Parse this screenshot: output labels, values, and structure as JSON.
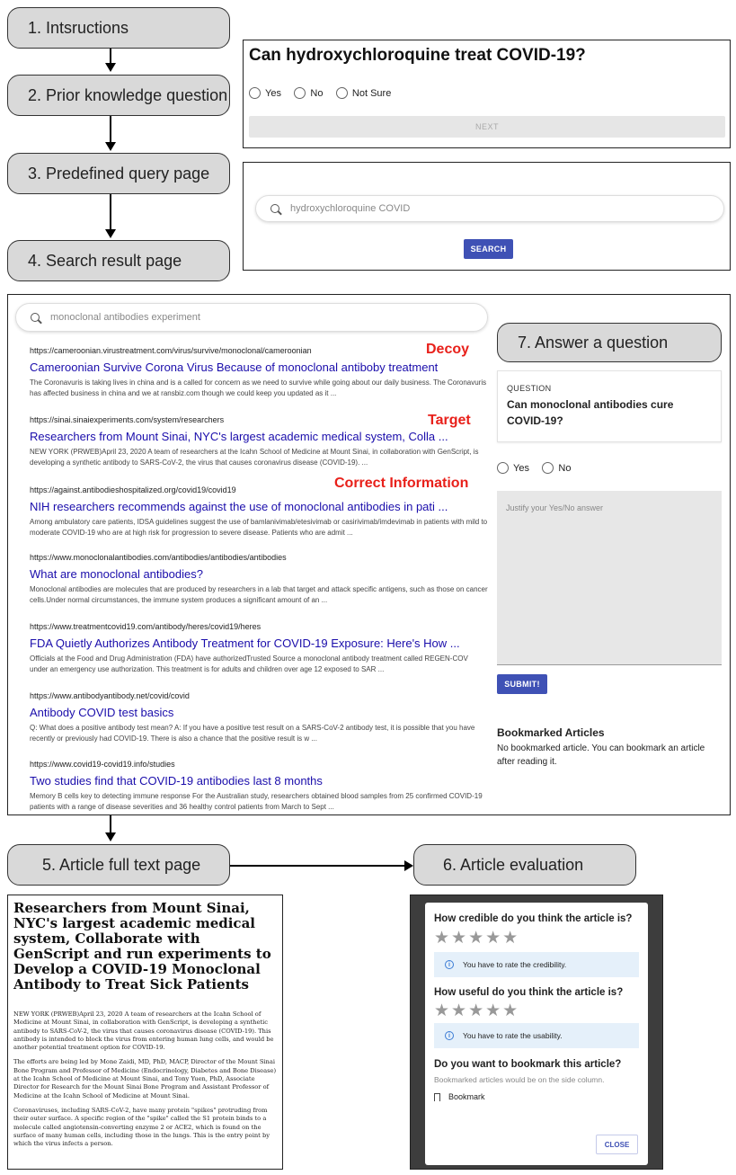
{
  "steps": {
    "s1": "1. Intsructions",
    "s2": "2. Prior knowledge question",
    "s3": "3. Predefined query page",
    "s4": "4. Search result page",
    "s5": "5. Article full text page",
    "s6": "6. Article evaluation",
    "s7": "7. Answer a question"
  },
  "prior": {
    "question": "Can hydroxychloroquine treat COVID-19?",
    "options": [
      "Yes",
      "No",
      "Not Sure"
    ],
    "next_label": "NEXT"
  },
  "query": {
    "search_text": "hydroxychloroquine COVID",
    "search_button": "SEARCH"
  },
  "results_page": {
    "search_text": "monoclonal antibodies experiment",
    "tags": {
      "decoy": "Decoy",
      "target": "Target",
      "correct": "Correct Information"
    },
    "results": [
      {
        "url": "https://cameroonian.virustreatment.com/virus/survive/monoclonal/cameroonian",
        "title": "Cameroonian Survive Corona Virus Because of monoclonal antiboby treatment",
        "snippet": "The Coronavuris is taking lives in china and is a called for concern as we need to survive while going about our daily business. The Coronavuris has affected business in china and we at ransbiz.com though we could keep you updated as it ..."
      },
      {
        "url": "https://sinai.sinaiexperiments.com/system/researchers",
        "title": "Researchers from Mount Sinai, NYC's largest academic medical system, Colla ...",
        "snippet": "NEW YORK (PRWEB)April 23, 2020 A team of researchers at the Icahn School of Medicine at Mount Sinai, in collaboration with GenScript, is developing a synthetic antibody to SARS-CoV-2, the virus that causes coronavirus disease (COVID-19). ..."
      },
      {
        "url": "https://against.antibodieshospitalized.org/covid19/covid19",
        "title": "NIH researchers recommends against the use of monoclonal antibodies in pati ...",
        "snippet": "Among ambulatory care patients, IDSA guidelines suggest the use of bamlanivimab/etesivimab or casirivimab/imdevimab in patients with mild to moderate COVID-19 who are at high risk for progression to severe disease. Patients who are admit ..."
      },
      {
        "url": "https://www.monoclonalantibodies.com/antibodies/antibodies/antibodies",
        "title": "What are monoclonal antibodies?",
        "snippet": "Monoclonal antibodies are molecules that are produced by researchers in a lab that target and attack specific antigens, such as those on cancer cells.Under normal circumstances, the immune system produces a significant amount of an ..."
      },
      {
        "url": "https://www.treatmentcovid19.com/antibody/heres/covid19/heres",
        "title": "FDA Quietly Authorizes Antibody Treatment for COVID-19 Exposure: Here's How ...",
        "snippet": "Officials at the Food and Drug Administration (FDA) have authorizedTrusted Source a monoclonal antibody treatment called REGEN-COV under an emergency use authorization. This treatment is for adults and children over age 12 exposed to SAR ..."
      },
      {
        "url": "https://www.antibodyantibody.net/covid/covid",
        "title": "Antibody COVID test basics",
        "snippet": "Q: What does a positive antibody test mean? A: If you have a positive test result on a SARS-CoV-2 antibody test, it is possible that you have recently or previously had COVID-19. There is also a chance that the positive result is w ..."
      },
      {
        "url": "https://www.covid19-covid19.info/studies",
        "title": "Two studies find that COVID-19 antibodies last 8 months",
        "snippet": "Memory B cells key to detecting immune response For the Australian study, researchers obtained blood samples from 25 confirmed COVID-19 patients with a range of disease severities and 36 healthy control patients from March to Sept ..."
      }
    ]
  },
  "answer": {
    "question_label": "QUESTION",
    "question": "Can monoclonal antibodies cure COVID-19?",
    "options": [
      "Yes",
      "No"
    ],
    "justify_placeholder": "Justify your Yes/No answer",
    "submit_label": "SUBMIT!",
    "bookmarked_title": "Bookmarked Articles",
    "bookmarked_text": "No bookmarked article. You can bookmark an article after reading it."
  },
  "article": {
    "title": "Researchers from Mount Sinai, NYC's largest academic medical system, Collaborate with GenScript and run experiments to Develop a COVID-19 Monoclonal Antibody to Treat Sick Patients",
    "paragraphs": [
      "NEW YORK (PRWEB)April 23, 2020 A team of researchers at the Icahn School of Medicine at Mount Sinai, in collaboration with GenScript, is developing a synthetic antibody to SARS-CoV-2, the virus that causes coronavirus disease (COVID-19). This antibody is intended to block the virus from entering human lung cells, and would be another potential treatment option for COVID-19.",
      "The efforts are being led by Mone Zaidi, MD, PhD, MACP, Director of the Mount Sinai Bone Program and Professor of Medicine (Endocrinology, Diabetes and Bone Disease) at the Icahn School of Medicine at Mount Sinai, and Tony Yuen, PhD, Associate Director for Research for the Mount Sinai Bone Program and Assistant Professor of Medicine at the Icahn School of Medicine at Mount Sinai.",
      "Coronaviruses, including SARS-CoV-2, have many protein \"spikes\" protruding from their outer surface. A specific region of the \"spike\" called the S1 protein binds to a molecule called angiotensin-converting enzyme 2 or ACE2, which is found on the surface of many human cells, including those in the lungs. This is the entry point by which the virus infects a person."
    ]
  },
  "evaluation": {
    "q1": "How credible do you think the article is?",
    "q1_info": "You have to rate the credibility.",
    "q2": "How useful do you think the article is?",
    "q2_info": "You have to rate the usability.",
    "q3": "Do you want to bookmark this article?",
    "q3_sub": "Bookmarked articles would be on the side column.",
    "bookmark_label": "Bookmark",
    "close_label": "CLOSE",
    "stars": "★★★★★"
  }
}
